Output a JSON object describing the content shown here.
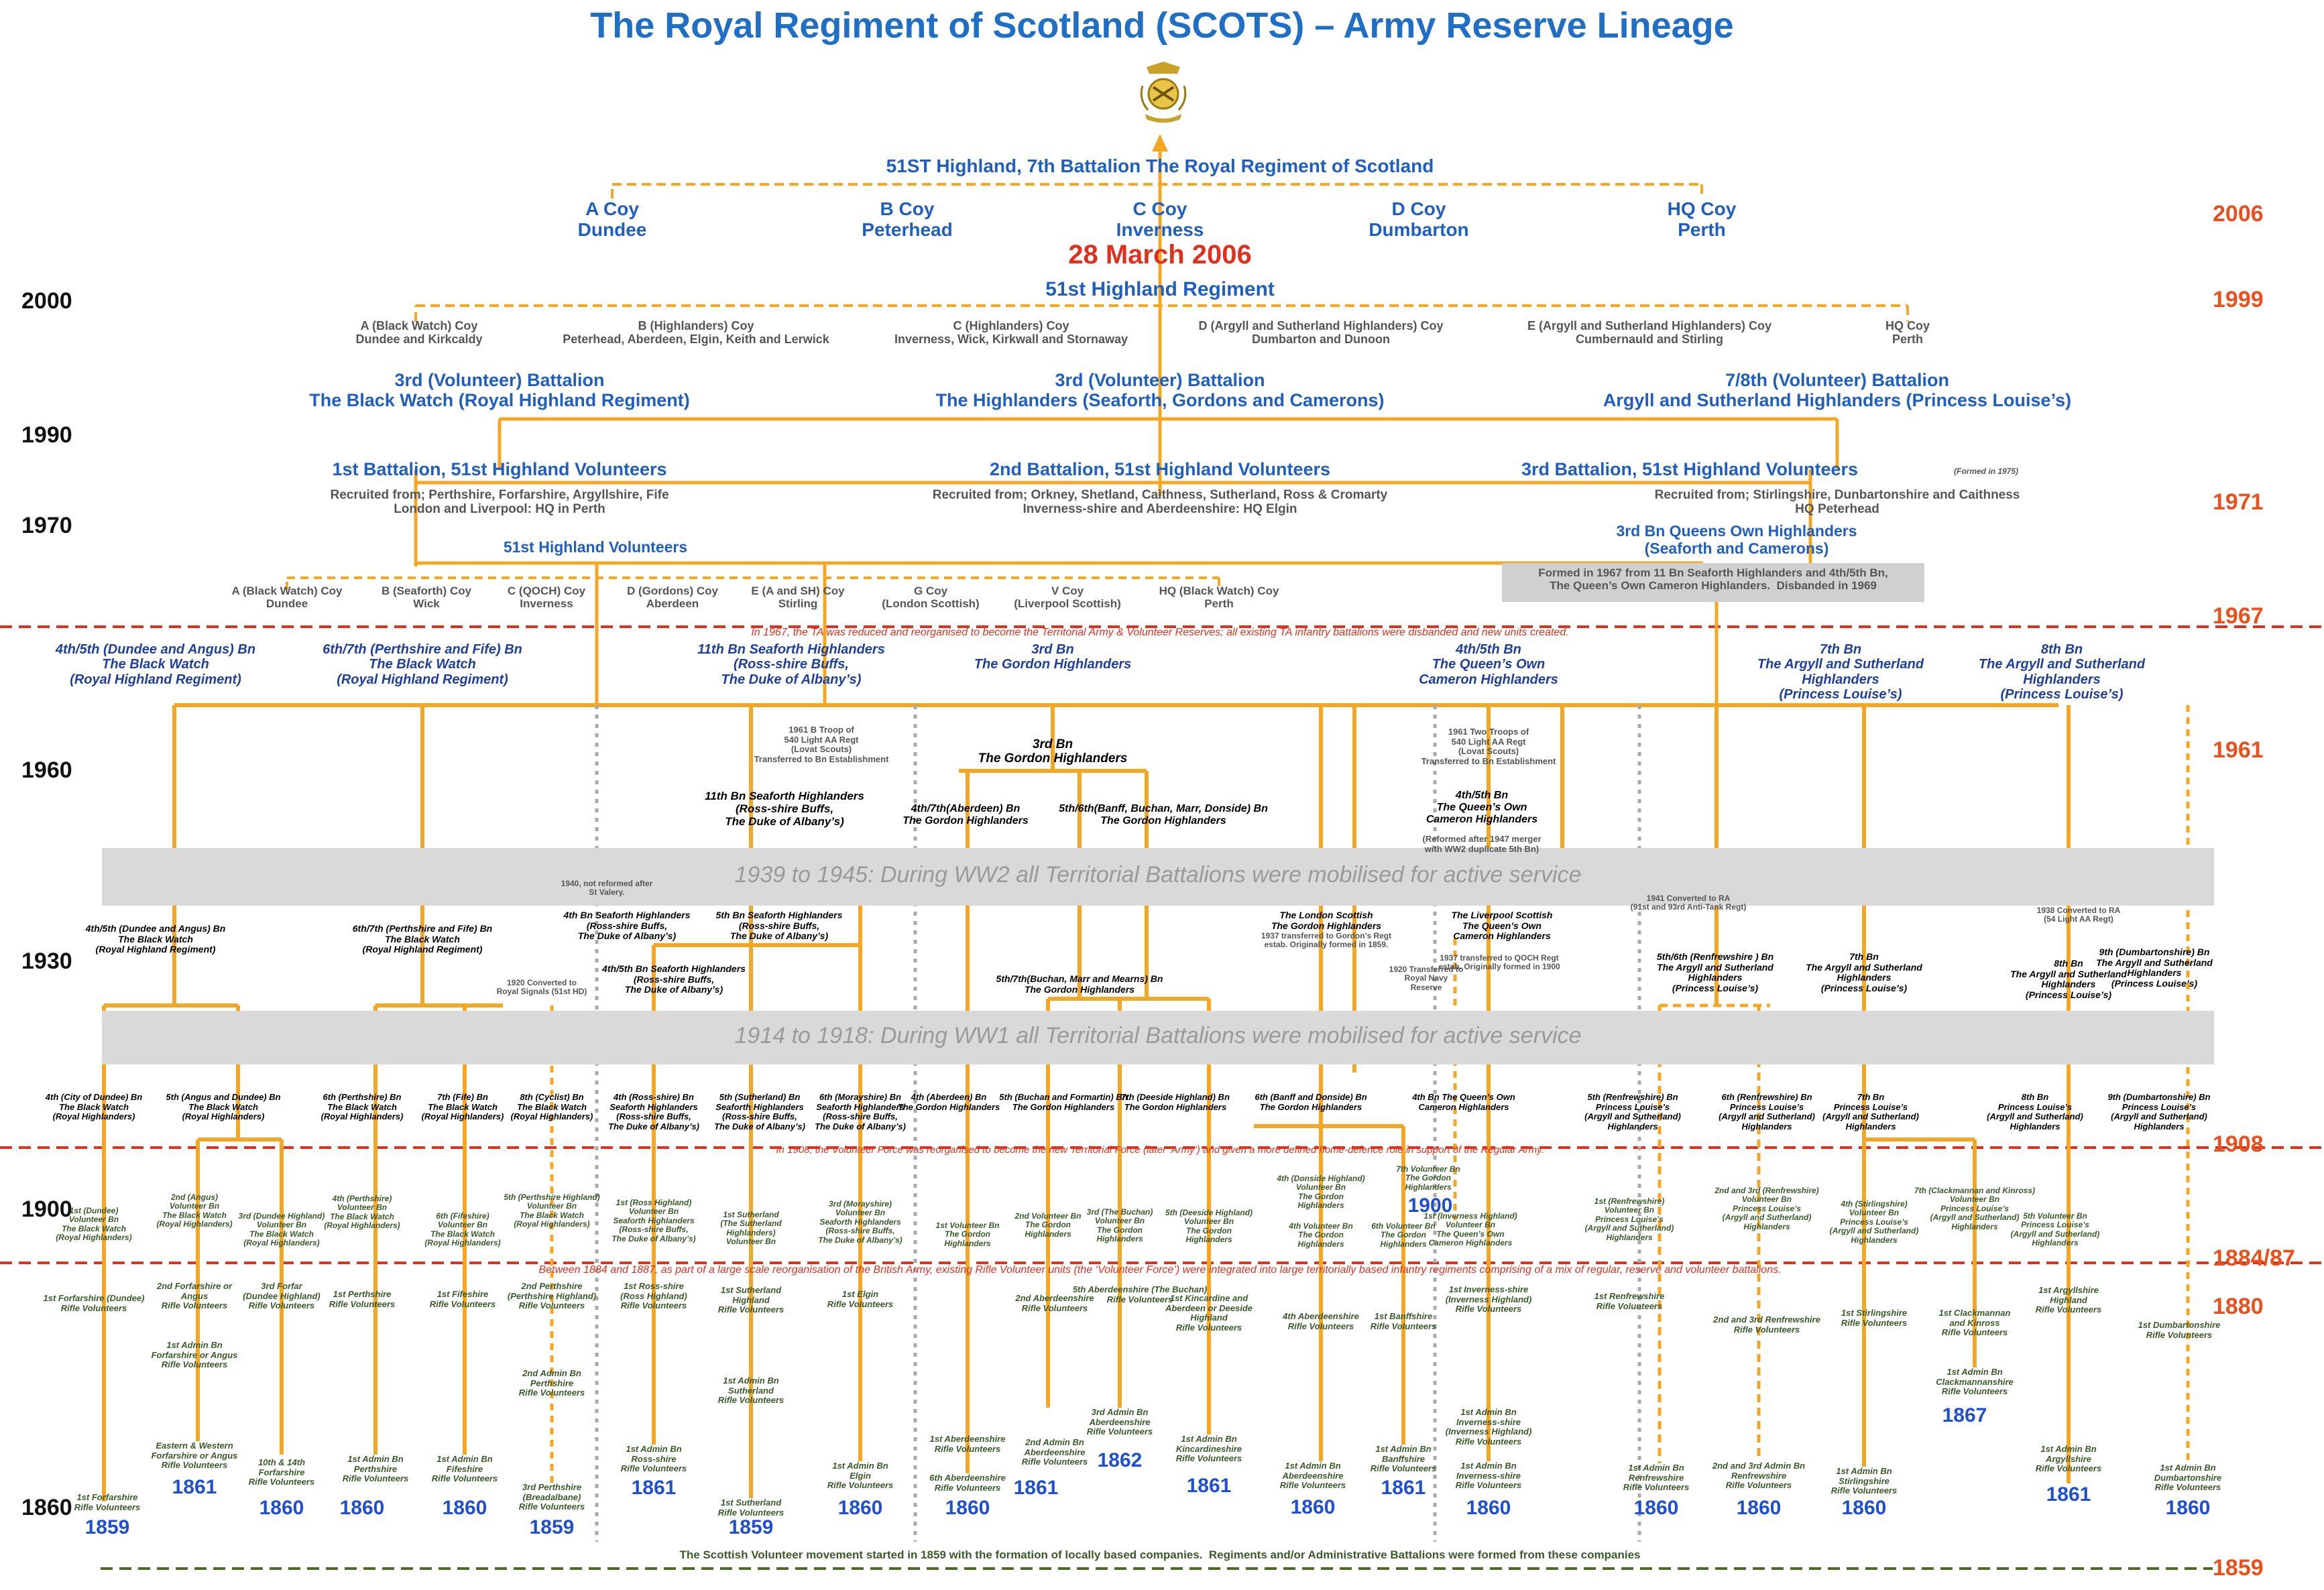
{
  "title": "The Royal Regiment of Scotland (SCOTS) – Army Reserve Lineage",
  "logo": {
    "icon": "royal-regiment-of-scotland-crest-icon"
  },
  "colors": {
    "title": "#1F6FC6",
    "line": "#F5A623",
    "red": "#E0301E",
    "year_right": "#E8501E",
    "green_dash": "#4A6A2A"
  },
  "years_left": [
    "2000",
    "1990",
    "1970",
    "1960",
    "1930",
    "1900",
    "1860"
  ],
  "years_right": [
    "2006",
    "1999",
    "1971",
    "1967",
    "1961",
    "1908",
    "1884/87",
    "1880",
    "1859"
  ],
  "band_notes": [
    "1939 to 1945: During WW2 all Territorial Battalions were mobilised for active service",
    "1914 to 1918: During WW1 all Territorial Battalions were mobilised for active service"
  ],
  "red_notes": [
    "In 1967, the TA was reduced and reorganised to become the Territorial Army & Volunteer Reserves; all existing TA infantry battalions were disbanded and new units created.",
    "In 1908, the Volunteer Force was reorganised to become the new Territorial Force (later ‘Army’) and given a more defined home-defence role in support of the Regular Army.",
    "Between 1884 and 1887, as part of a large scale reorganisation of the British Army, existing Rifle Volunteer units (the ‘Volunteer Force’) were integrated into large territorially based infantry regiments comprising of a mix of regular, reserve and volunteer battalions."
  ],
  "footer_note": "The Scottish Volunteer movement started in 1859 with the formation of locally based companies.  Regiments and/or Administrative Battalions were formed from these companies",
  "era_2006": {
    "battalion": "51ST Highland, 7th Battalion The Royal Regiment of Scotland",
    "date": "28 March 2006",
    "coys": [
      "A Coy\nDundee",
      "B Coy\nPeterhead",
      "C Coy\nInverness",
      "D Coy\nDumbarton",
      "HQ Coy\nPerth"
    ]
  },
  "era_1999": {
    "regiment": "51st Highland Regiment",
    "coys": [
      "A (Black Watch) Coy\nDundee and Kirkcaldy",
      "B (Highlanders) Coy\nPeterhead, Aberdeen, Elgin, Keith and Lerwick",
      "C (Highlanders) Coy\nInverness, Wick, Kirkwall and Stornaway",
      "D (Argyll and Sutherland Highlanders) Coy\nDumbarton and Dunoon",
      "E (Argyll and Sutherland Highlanders) Coy\nCumbernauld and Stirling",
      "HQ Coy\nPerth"
    ]
  },
  "era_1990": {
    "battalions": [
      "3rd (Volunteer) Battalion\nThe Black Watch (Royal Highland Regiment)",
      "3rd (Volunteer) Battalion\nThe Highlanders (Seaforth, Gordons and Camerons)",
      "7/8th (Volunteer) Battalion\nArgyll and Sutherland Highlanders (Princess Louise’s)"
    ]
  },
  "era_1971": {
    "battalions": [
      "1st Battalion, 51st Highland Volunteers",
      "2nd Battalion, 51st Highland Volunteers",
      "3rd Battalion, 51st Highland Volunteers"
    ],
    "formed_note": "(Formed in 1975)",
    "recruited": [
      "Recruited from; Perthshire, Forfarshire, Argyllshire, Fife\nLondon and Liverpool: HQ in Perth",
      "Recruited from; Orkney, Shetland, Caithness, Sutherland, Ross & Cromarty\nInverness-shire and Aberdeenshire: HQ Elgin",
      "Recruited from; Stirlingshire, Dunbartonshire and Caithness\nHQ Peterhead"
    ]
  },
  "era_1967": {
    "volunteers": "51st Highland Volunteers",
    "qoh": "3rd Bn Queens Own Highlanders\n(Seaforth and Camerons)",
    "qoh_note": "Formed in 1967 from 11 Bn Seaforth Highlanders and 4th/5th Bn,\nThe Queen’s Own Cameron Highlanders.  Disbanded in 1969",
    "coys": [
      "A (Black Watch) Coy\nDundee",
      "B (Seaforth) Coy\nWick",
      "C (QOCH) Coy\nInverness",
      "D (Gordons) Coy\nAberdeen",
      "E (A and SH) Coy\nStirling",
      "G Coy\n(London Scottish)",
      "V Coy\n(Liverpool Scottish)",
      "HQ (Black Watch) Coy\nPerth"
    ]
  },
  "era_1960s_bns": [
    "4th/5th (Dundee and Angus) Bn\nThe Black Watch\n(Royal Highland Regiment)",
    "6th/7th (Perthshire and Fife) Bn\nThe Black Watch\n(Royal Highland Regiment)",
    "11th Bn Seaforth Highlanders\n(Ross-shire Buffs,\nThe Duke of Albany’s)",
    "3rd Bn\nThe Gordon Highlanders",
    "4th/5th Bn\nThe Queen’s Own\nCameron Highlanders",
    "7th Bn\nThe Argyll and Sutherland\nHighlanders\n(Princess Louise’s)",
    "8th Bn\nThe Argyll and Sutherland\nHighlanders\n(Princess Louise’s)"
  ],
  "era_1961": {
    "lovat_note_1": "1961 B Troop of\n540 Light AA Regt\n(Lovat Scouts)\nTransferred to Bn Establishment",
    "lovat_note_2": "1961 Two Troops of\n540 Light AA Regt\n(Lovat Scouts)\nTransferred to Bn Establishment",
    "gordon_3rd": "3rd Bn\nThe Gordon Highlanders",
    "seaforth_11th": "11th Bn Seaforth Highlanders\n(Ross-shire Buffs,\nThe Duke of Albany’s)",
    "gordon_4_7": "4th/7th(Aberdeen) Bn\nThe Gordon Highlanders",
    "gordon_5_6": "5th/6th(Banff, Buchan, Marr, Donside) Bn\nThe Gordon Highlanders",
    "cameron_4_5": "4th/5th Bn\nThe Queen’s Own\nCameron Highlanders",
    "cameron_note": "(Reformed after 1947 merger\nwith WW2 duplicate 5th Bn)"
  },
  "era_1930": [
    "4th/5th (Dundee and Angus) Bn\nThe Black Watch\n(Royal Highland Regiment)",
    "6th/7th (Perthshire and Fife) Bn\nThe Black Watch\n(Royal Highland Regiment)",
    "1920 Converted to\nRoyal Signals (51st HD)",
    "1940, not reformed after\nSt Valery.",
    "4th Bn Seaforth Highlanders\n(Ross-shire Buffs,\nThe Duke of Albany’s)",
    "5th Bn Seaforth Highlanders\n(Ross-shire Buffs,\nThe Duke of Albany’s)",
    "4th/5th Bn Seaforth Highlanders\n(Ross-shire Buffs,\nThe Duke of Albany’s)",
    "5th/7th(Buchan, Marr and Mearns) Bn\nThe Gordon Highlanders",
    "The London Scottish\nThe Gordon Highlanders",
    "1937 transferred to Gordon’s Regt\nestab. Originally formed in 1859.",
    "1920 Transferred to\nRoyal Navy\nReserve",
    "The Liverpool Scottish\nThe Queen’s Own\nCameron Highlanders",
    "1937 transferred to QOCH Regt\nestab. Originally formed in 1900",
    "1941 Converted to RA\n(91st and 93rd Anti-Tank Regt)",
    "5th/6th (Renfrewshire ) Bn\nThe Argyll and Sutherland\nHighlanders\n(Princess Louise’s)",
    "7th Bn\nThe Argyll and Sutherland\nHighlanders\n(Princess Louise’s)",
    "8th Bn\nThe Argyll and Sutherland\nHighlanders\n(Princess Louise’s)",
    "1938 Converted to RA\n(54 Light AA Regt)",
    "9th (Dumbartonshire) Bn\nThe Argyll and Sutherland\nHighlanders\n(Princess Louise’s)"
  ],
  "era_1908": [
    "4th (City of Dundee) Bn\nThe Black Watch\n(Royal Highlanders)",
    "5th (Angus and Dundee) Bn\nThe Black Watch\n(Royal Highlanders)",
    "6th (Perthshire) Bn\nThe Black Watch\n(Royal Highlanders)",
    "7th (Fife) Bn\nThe Black Watch\n(Royal Highlanders)",
    "8th (Cyclist) Bn\nThe Black Watch\n(Royal Highlanders)",
    "4th (Ross-shire) Bn\nSeaforth Highlanders\n(Ross-shire Buffs,\nThe Duke of Albany’s)",
    "5th (Sutherland) Bn\nSeaforth Highlanders\n(Ross-shire Buffs,\nThe Duke of Albany’s)",
    "6th (Morayshire) Bn\nSeaforth Highlanders\n(Ross-shire Buffs,\nThe Duke of Albany’s)",
    "4th (Aberdeen) Bn\nThe Gordon Highlanders",
    "5th (Buchan and Formartin) Bn\nThe Gordon Highlanders",
    "7th (Deeside Highland) Bn\nThe Gordon Highlanders",
    "6th (Banff and Donside) Bn\nThe Gordon Highlanders",
    "4th Bn The Queen’s Own\nCameron Highlanders",
    "5th (Renfrewshire) Bn\nPrincess Louise’s\n(Argyll and Sutherland)\nHighlanders",
    "6th (Renfrewshire) Bn\nPrincess Louise’s\n(Argyll and Sutherland)\nHighlanders",
    "7th Bn\nPrincess Louise’s\n(Argyll and Sutherland)\nHighlanders",
    "8th Bn\nPrincess Louise’s\n(Argyll and Sutherland)\nHighlanders",
    "9th (Dumbartonshire) Bn\nPrincess Louise’s\n(Argyll and Sutherland)\nHighlanders"
  ],
  "era_1900": [
    "1st (Dundee)\nVolunteer Bn\nThe Black Watch\n(Royal Highlanders)",
    "2nd (Angus)\nVolunteer Bn\nThe Black Watch\n(Royal Highlanders)",
    "3rd (Dundee Highland)\nVolunteer Bn\nThe Black Watch\n(Royal Highlanders)",
    "4th (Perthshire)\nVolunteer Bn\nThe Black Watch\n(Royal Highlanders)",
    "6th (Fifeshire)\nVolunteer Bn\nThe Black Watch\n(Royal Highlanders)",
    "5th (Perthshire Highland)\nVolunteer Bn\nThe Black Watch\n(Royal Highlanders)",
    "1st (Ross Highland)\nVolunteer Bn\nSeaforth Highlanders\n(Ross-shire Buffs,\nThe Duke of Albany’s)",
    "1st Sutherland\n(The Sutherland\nHighlanders)\nVolunteer Bn",
    "3rd (Morayshire)\nVolunteer Bn\nSeaforth Highlanders\n(Ross-shire Buffs,\nThe Duke of Albany’s)",
    "1st Volunteer Bn\nThe Gordon\nHighlanders",
    "2nd Volunteer Bn\nThe Gordon\nHighlanders",
    "3rd (The Buchan)\nVolunteer Bn\nThe Gordon\nHighlanders",
    "5th (Deeside Highland)\nVolunteer Bn\nThe Gordon\nHighlanders",
    "4th (Donside Highland)\nVolunteer Bn\nThe Gordon\nHighlanders",
    "4th Volunteer Bn\nThe Gordon\nHighlanders",
    "6th Volunteer Bn\nThe Gordon\nHighlanders",
    "7th Volunteer Bn\nThe Gordon\nHighlanders",
    "1st (Inverness Highland)\nVolunteer Bn\nThe Queen’s Own\nCameron Highlanders",
    "1st (Renfrewshire)\nVolunteer Bn\nPrincess Louise’s\n(Argyll and Sutherland)\nHighlanders",
    "2nd and 3rd (Renfrewshire)\nVolunteer Bn\nPrincess Louise’s\n(Argyll and Sutherland)\nHighlanders",
    "4th (Stirlingshire)\nVolunteer Bn\nPrincess Louise’s\n(Argyll and Sutherland)\nHighlanders",
    "7th (Clackmannan and Kinross)\nVolunteer Bn\nPrincess Louise’s\n(Argyll and Sutherland)\nHighlanders",
    "5th Volunteer Bn\nPrincess Louise’s\n(Argyll and Sutherland)\nHighlanders"
  ],
  "era_1880": [
    "1st Forfarshire (Dundee)\nRifle Volunteers",
    "2nd Forfarshire or\nAngus\nRifle Volunteers",
    "3rd Forfar\n(Dundee Highland)\nRifle Volunteers",
    "1st Perthshire\nRifle Volunteers",
    "1st Fifeshire\nRifle Volunteers",
    "2nd Perthshire\n(Perthshire Highland)\nRifle Volunteers",
    "1st Ross-shire\n(Ross Highland)\nRifle Volunteers",
    "1st Sutherland\nHighland\nRifle Volunteers",
    "1st Elgin\nRifle Volunteers",
    "2nd Aberdeenshire\nRifle Volunteers",
    "5th Aberdeenshire (The Buchan)\nRifle Volunteers",
    "1st Kincardine and\nAberdeen or Deeside\nHighland\nRifle Volunteers",
    "4th Aberdeenshire\nRifle Volunteers",
    "1st Banffshire\nRifle Volunteers",
    "1st Inverness-shire\n(Inverness Highland)\nRifle Volunteers",
    "1st Renfrewshire\nRifle Volunteers",
    "2nd and 3rd Renfrewshire\nRifle Volunteers",
    "1st Stirlingshire\nRifle Volunteers",
    "1st Clackmannan\nand Kinross\nRifle Volunteers",
    "1st Argyllshire\nHighland\nRifle Volunteers",
    "1st Dumbartonshire\nRifle Volunteers"
  ],
  "era_1860": [
    "1st Admin Bn\nForfarshire or Angus\nRifle Volunteers",
    "2nd Admin Bn\nPerthshire\nRifle Volunteers",
    "1st Admin Bn\nSutherland\nRifle Volunteers",
    "Eastern & Western\nForfarshire or Angus\nRifle Volunteers",
    "10th & 14th\nForfarshire\nRifle Volunteers",
    "1st Admin Bn\nPerthshire\nRifle Volunteers",
    "1st Admin Bn\nFifeshire\nRifle Volunteers",
    "3rd Perthshire\n(Breadalbane)\nRifle Volunteers",
    "1st Admin Bn\nRoss-shire\nRifle Volunteers",
    "1st Sutherland\nRifle Volunteers",
    "1st Admin Bn\nElgin\nRifle Volunteers",
    "1st Forfarshire\nRifle Volunteers",
    "1st Aberdeenshire\nRifle Volunteers",
    "6th Aberdeenshire\nRifle Volunteers",
    "2nd Admin Bn\nAberdeenshire\nRifle Volunteers",
    "3rd Admin Bn\nAberdeenshire\nRifle Volunteers",
    "1st Admin Bn\nKincardineshire\nRifle Volunteers",
    "1st Admin Bn\nAberdeenshire\nRifle Volunteers",
    "1st Admin Bn\nBanffshire\nRifle Volunteers",
    "1st Admin Bn\nInverness-shire\n(Inverness Highland)\nRifle Volunteers",
    "1st Admin Bn\nInverness-shire\nRifle Volunteers",
    "1st Admin Bn\nRenfrewshire\nRifle Volunteers",
    "2nd and 3rd Admin Bn\nRenfrewshire\nRifle Volunteers",
    "1st Admin Bn\nStirlingshire\nRifle Volunteers",
    "1st Admin Bn\nClackmannanshire\nRifle Volunteers",
    "1st Admin Bn\nArgyllshire\nRifle Volunteers",
    "1st Admin Bn\nDumbartonshire\nRifle Volunteers"
  ],
  "founding_years": [
    "1859",
    "1861",
    "1860",
    "1860",
    "1860",
    "1859",
    "1861",
    "1859",
    "1860",
    "1860",
    "1861",
    "1862",
    "1861",
    "1860",
    "1861",
    "1860",
    "1860",
    "1860",
    "1860",
    "1867",
    "1861",
    "1860",
    "1900"
  ]
}
